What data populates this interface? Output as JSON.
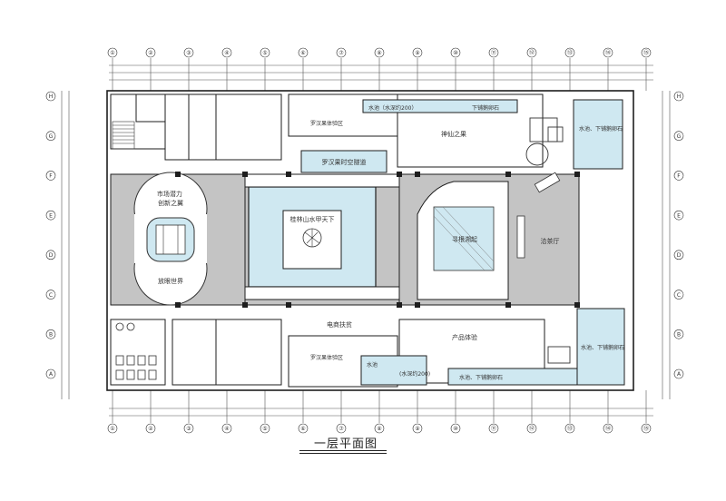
{
  "drawing_title": "一层平面图",
  "grid_top": [
    "①",
    "②",
    "③",
    "④",
    "⑤",
    "⑥",
    "⑦",
    "⑧",
    "⑨",
    "⑩",
    "⑪",
    "⑫",
    "⑬",
    "⑭",
    "⑮"
  ],
  "grid_left": [
    "A",
    "B",
    "C",
    "D",
    "E",
    "F",
    "G",
    "H"
  ],
  "rooms": {
    "innovation": "市场潜力\n创新之翼",
    "vision": "放眼世界",
    "guilin": "桂林山水甲天下",
    "root": "寻根溯起",
    "divine": "神仙之果",
    "product": "产品体验",
    "ecommerce": "电商扶贫",
    "tunnel": "罗汉果时空隧道",
    "cabin_top": "罗汉果体验区",
    "cabin_bottom": "罗汉果体验区",
    "lounge": "洽茶厅"
  },
  "water_notes": {
    "top_left": "水池（水深约200）",
    "top_mid": "下铺鹅卵石",
    "right_top": "水池、下铺鹅卵石",
    "right_bottom": "水池、下铺鹅卵石",
    "bottom_left": "水池",
    "bottom_mid": "(水深约200)",
    "bottom_right": "水池、下铺鹅卵石"
  },
  "colors": {
    "water": "#cfe8f1",
    "floor": "#c4c4c4",
    "line": "#3a3a3a",
    "wall": "#1e1e1e"
  }
}
